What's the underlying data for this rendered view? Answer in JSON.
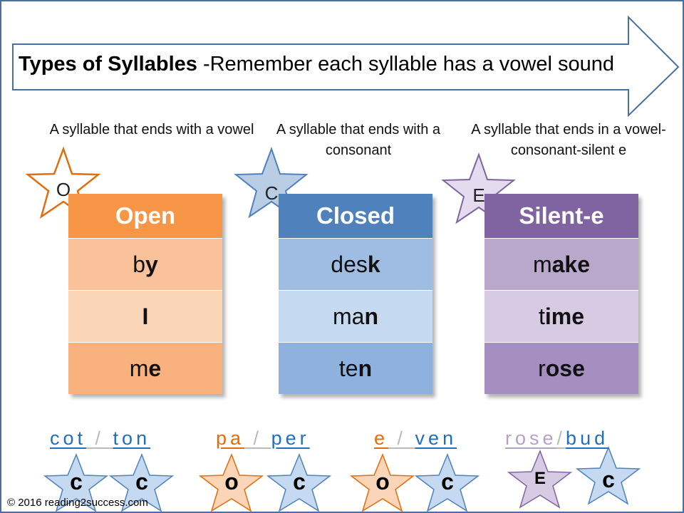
{
  "title": {
    "bold": "Types of Syllables",
    "rest": " -Remember  each syllable has a vowel sound"
  },
  "columns": [
    {
      "star_letter": "O",
      "desc": "A syllable that ends with a vowel",
      "header": "Open",
      "words": [
        {
          "pre": "b",
          "bold": "y",
          "post": ""
        },
        {
          "pre": "",
          "bold": "I",
          "post": ""
        },
        {
          "pre": "m",
          "bold": "e",
          "post": ""
        }
      ],
      "colors": {
        "head": "#f79646",
        "c1": "#fac29a",
        "c2": "#fbd5b8",
        "c3": "#f9b27d"
      }
    },
    {
      "star_letter": "C",
      "desc": "A syllable that ends with a consonant",
      "header": "Closed",
      "words": [
        {
          "pre": "des",
          "bold": "k",
          "post": ""
        },
        {
          "pre": "ma",
          "bold": "n",
          "post": ""
        },
        {
          "pre": "te",
          "bold": "n",
          "post": ""
        }
      ],
      "colors": {
        "head": "#4f81bd",
        "c1": "#9fbde3",
        "c2": "#c5d9f1",
        "c3": "#8eb1dd"
      }
    },
    {
      "star_letter": "E",
      "desc": "A syllable that ends in a vowel-consonant-silent e",
      "header": "Silent-e",
      "words": [
        {
          "pre": "m",
          "bold": "ake",
          "post": ""
        },
        {
          "pre": "t",
          "bold": "ime",
          "post": ""
        },
        {
          "pre": "r",
          "bold": "ose",
          "post": ""
        }
      ],
      "colors": {
        "head": "#8064a2",
        "c1": "#b9a8cc",
        "c2": "#d6cbe3",
        "c3": "#a48fc0"
      }
    }
  ],
  "bottom_words": [
    {
      "first": "cot",
      "second": "ton",
      "first_color": "#1f6fbf",
      "second_color": "#1f6fbf",
      "labels": [
        "c",
        "c"
      ]
    },
    {
      "first": "pa",
      "second": "per",
      "first_color": "#e46c0a",
      "second_color": "#1f6fbf",
      "labels": [
        "o",
        "c"
      ]
    },
    {
      "first": "e",
      "second": "ven",
      "first_color": "#e46c0a",
      "second_color": "#1f6fbf",
      "labels": [
        "o",
        "c"
      ]
    },
    {
      "first": "rose",
      "second": "bud",
      "first_color": "#b3a2c7",
      "second_color": "#1f6fbf",
      "labels": [
        "E",
        "c"
      ]
    }
  ],
  "copyright": "© 2016 reading2success.com",
  "colors": {
    "arrow_border": "#4a6fa5",
    "orange": "#e46c0a",
    "blue": "#4f81bd",
    "purple": "#8064a2"
  }
}
